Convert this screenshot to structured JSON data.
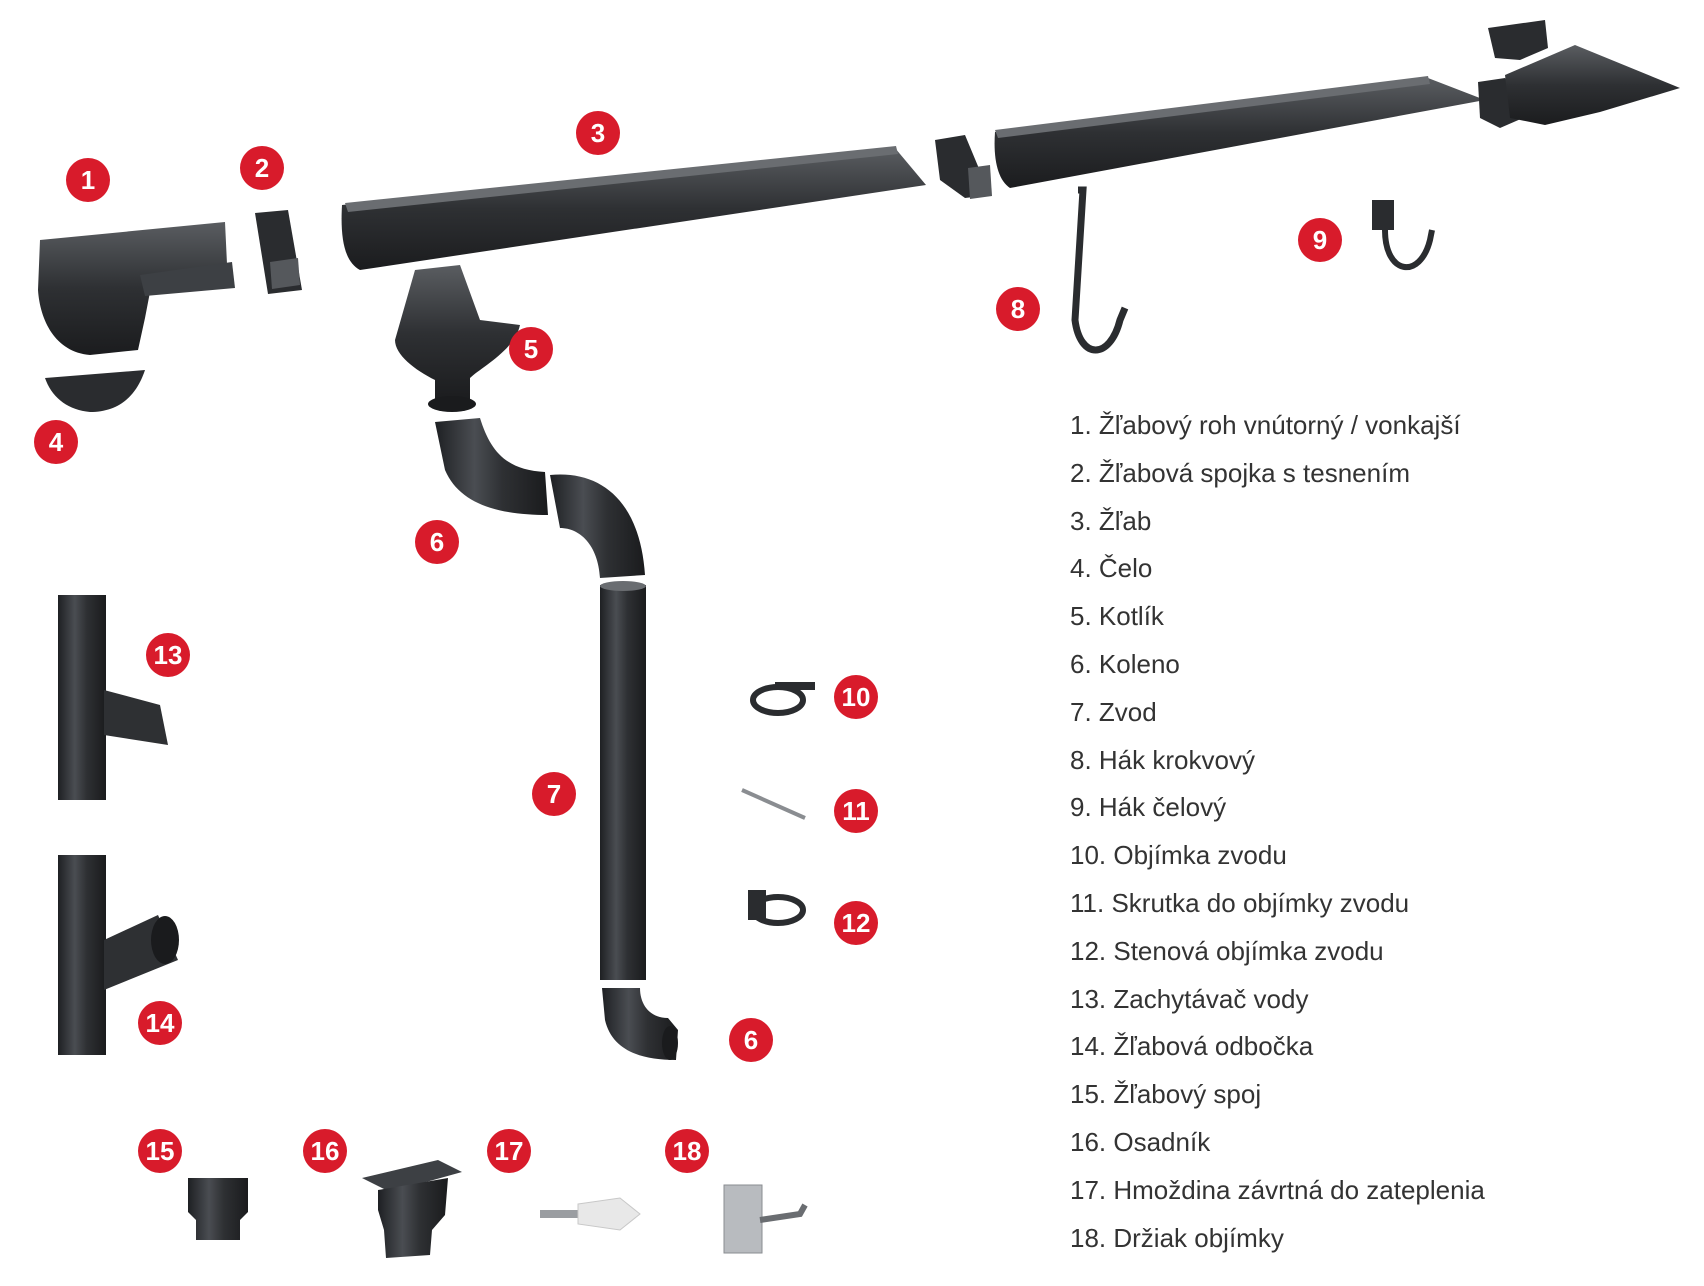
{
  "colors": {
    "badge": "#d81b2b",
    "part": "#2e3033",
    "part_highlight": "#5a5d61",
    "legend_text": "#333333"
  },
  "callouts": [
    "1",
    "2",
    "3",
    "4",
    "5",
    "6",
    "7",
    "8",
    "9",
    "10",
    "11",
    "12",
    "13",
    "14",
    "15",
    "16",
    "17",
    "18",
    "6"
  ],
  "legend": [
    "1. Žľabový roh vnútorný / vonkajší",
    "2. Žľabová spojka s tesnením",
    "3. Žľab",
    "4. Čelo",
    "5. Kotlík",
    "6. Koleno",
    "7. Zvod",
    "8. Hák krokvový",
    "9. Hák čelový",
    "10. Objímka zvodu",
    "11. Skrutka do objímky zvodu",
    "12. Stenová objímka zvodu",
    "13. Zachytávač vody",
    "14. Žľabová odbočka",
    "15. Žľabový spoj",
    "16. Osadník",
    "17. Hmoždina závrtná do zateplenia",
    "18. Držiak objímky"
  ]
}
